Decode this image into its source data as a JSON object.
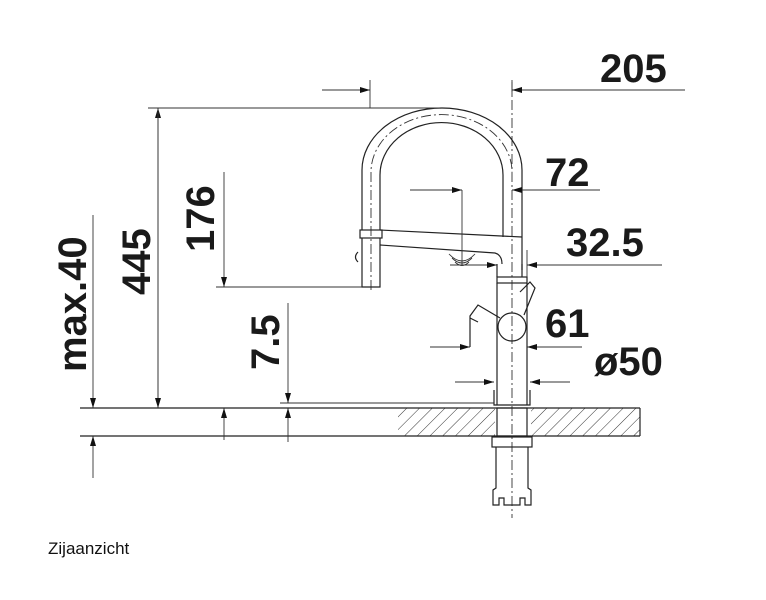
{
  "dimensions": {
    "reach": "205",
    "total_height": "445",
    "outlet_height": "176",
    "base_height": "7.5",
    "max_counter_thickness": "max.40",
    "sensor_offset": "72",
    "body_offset": "32.5",
    "lever_width": "61",
    "base_diameter": "ø50"
  },
  "caption": "Zijaanzicht"
}
